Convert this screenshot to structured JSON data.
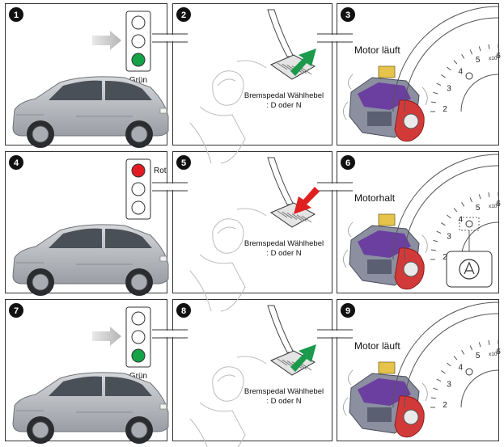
{
  "rows": [
    {
      "panels": [
        {
          "number": "1",
          "light_label": "Grün",
          "light_state": "green"
        },
        {
          "number": "2",
          "caption_line1": "Bremspedal Wählhebel",
          "caption_line2": ": D oder N",
          "arrow_color": "#1a9a4a",
          "arrow_dir": "up"
        },
        {
          "number": "3",
          "status": "Motor läuft",
          "auto_hold_callout": false
        }
      ]
    },
    {
      "panels": [
        {
          "number": "4",
          "light_label": "Rot",
          "light_state": "red"
        },
        {
          "number": "5",
          "caption_line1": "Bremspedal Wählhebel",
          "caption_line2": ": D oder N",
          "arrow_color": "#e02020",
          "arrow_dir": "down"
        },
        {
          "number": "6",
          "status": "Motorhalt",
          "auto_hold_callout": true
        }
      ]
    },
    {
      "panels": [
        {
          "number": "7",
          "light_label": "Grün",
          "light_state": "green"
        },
        {
          "number": "8",
          "caption_line1": "Bremspedal Wählhebel",
          "caption_line2": ": D oder N",
          "arrow_color": "#1a9a4a",
          "arrow_dir": "up"
        },
        {
          "number": "9",
          "status": "Motor läuft",
          "auto_hold_callout": false
        }
      ]
    }
  ],
  "gauge_ticks": [
    "2",
    "3",
    "4",
    "5",
    "6"
  ],
  "gauge_unit": "x10",
  "colors": {
    "green": "#14a348",
    "red": "#e01b24",
    "frame": "#333333",
    "car": "#b9bcc2",
    "engine_purple": "#6b3fa0",
    "engine_red": "#d23a3a"
  }
}
